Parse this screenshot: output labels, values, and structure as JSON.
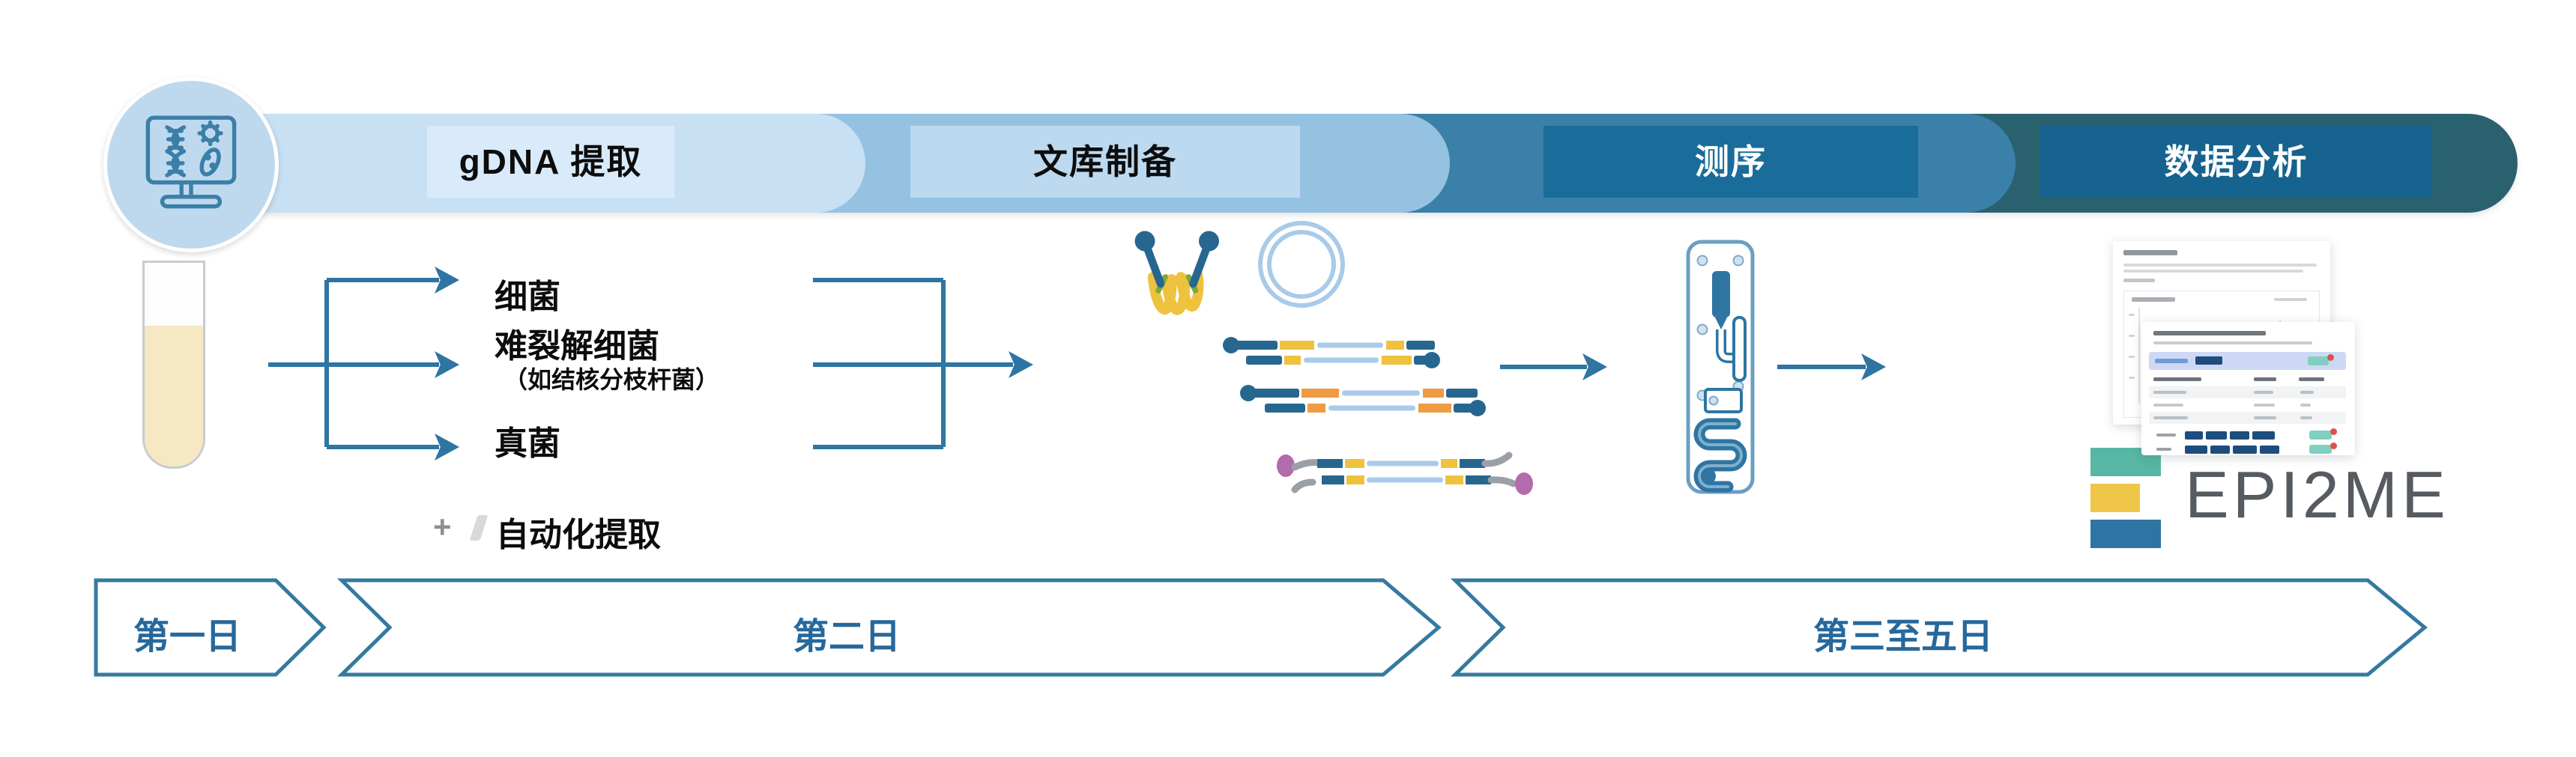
{
  "workflow": {
    "stages": [
      {
        "label": "gDNA 提取"
      },
      {
        "label": "文库制备"
      },
      {
        "label": "测序"
      },
      {
        "label": "数据分析"
      }
    ]
  },
  "extraction": {
    "branches": [
      {
        "label": "细菌"
      },
      {
        "label": "难裂解细菌",
        "note": "（如结核分枝杆菌）"
      },
      {
        "label": "真菌"
      }
    ],
    "automation": {
      "prefix": "+",
      "label": "自动化提取"
    }
  },
  "analysis": {
    "logo_text": "EPI2ME"
  },
  "timeline": [
    {
      "label": "第一日"
    },
    {
      "label": "第二日"
    },
    {
      "label": "第三至五日"
    }
  ],
  "icons": {
    "start": "computer-dna-icon",
    "library": [
      "adapter-cluster-icon",
      "plasmid-icon",
      "barcoded-dna-icon",
      "sequencing-ready-dna-icon"
    ],
    "sequencing": "flow-cell-icon",
    "analysis": "report-cards-icon"
  },
  "colors": {
    "accent_line": "#2e75a3",
    "stage1_pill": "#c8e0f3",
    "stage1_box": "#d9ebfa",
    "stage2_pill": "#96c2e2",
    "stage2_box": "#bcd9ef",
    "stage3_pill": "#3a80a8",
    "stage3_box": "#1a6c9a",
    "stage4_pill": "#2a616f",
    "stage4_box": "#15638e",
    "strand_dark": "#27678f",
    "strand_light": "#a9cbe9",
    "barcode_yellow": "#eec23f",
    "barcode_orange": "#ef9b43",
    "motor_purple": "#b26bab",
    "epi2me_teal": "#58b7a4",
    "epi2me_yellow": "#f0c64a",
    "epi2me_blue": "#2e75a3",
    "timeline_text": "#26689c"
  }
}
